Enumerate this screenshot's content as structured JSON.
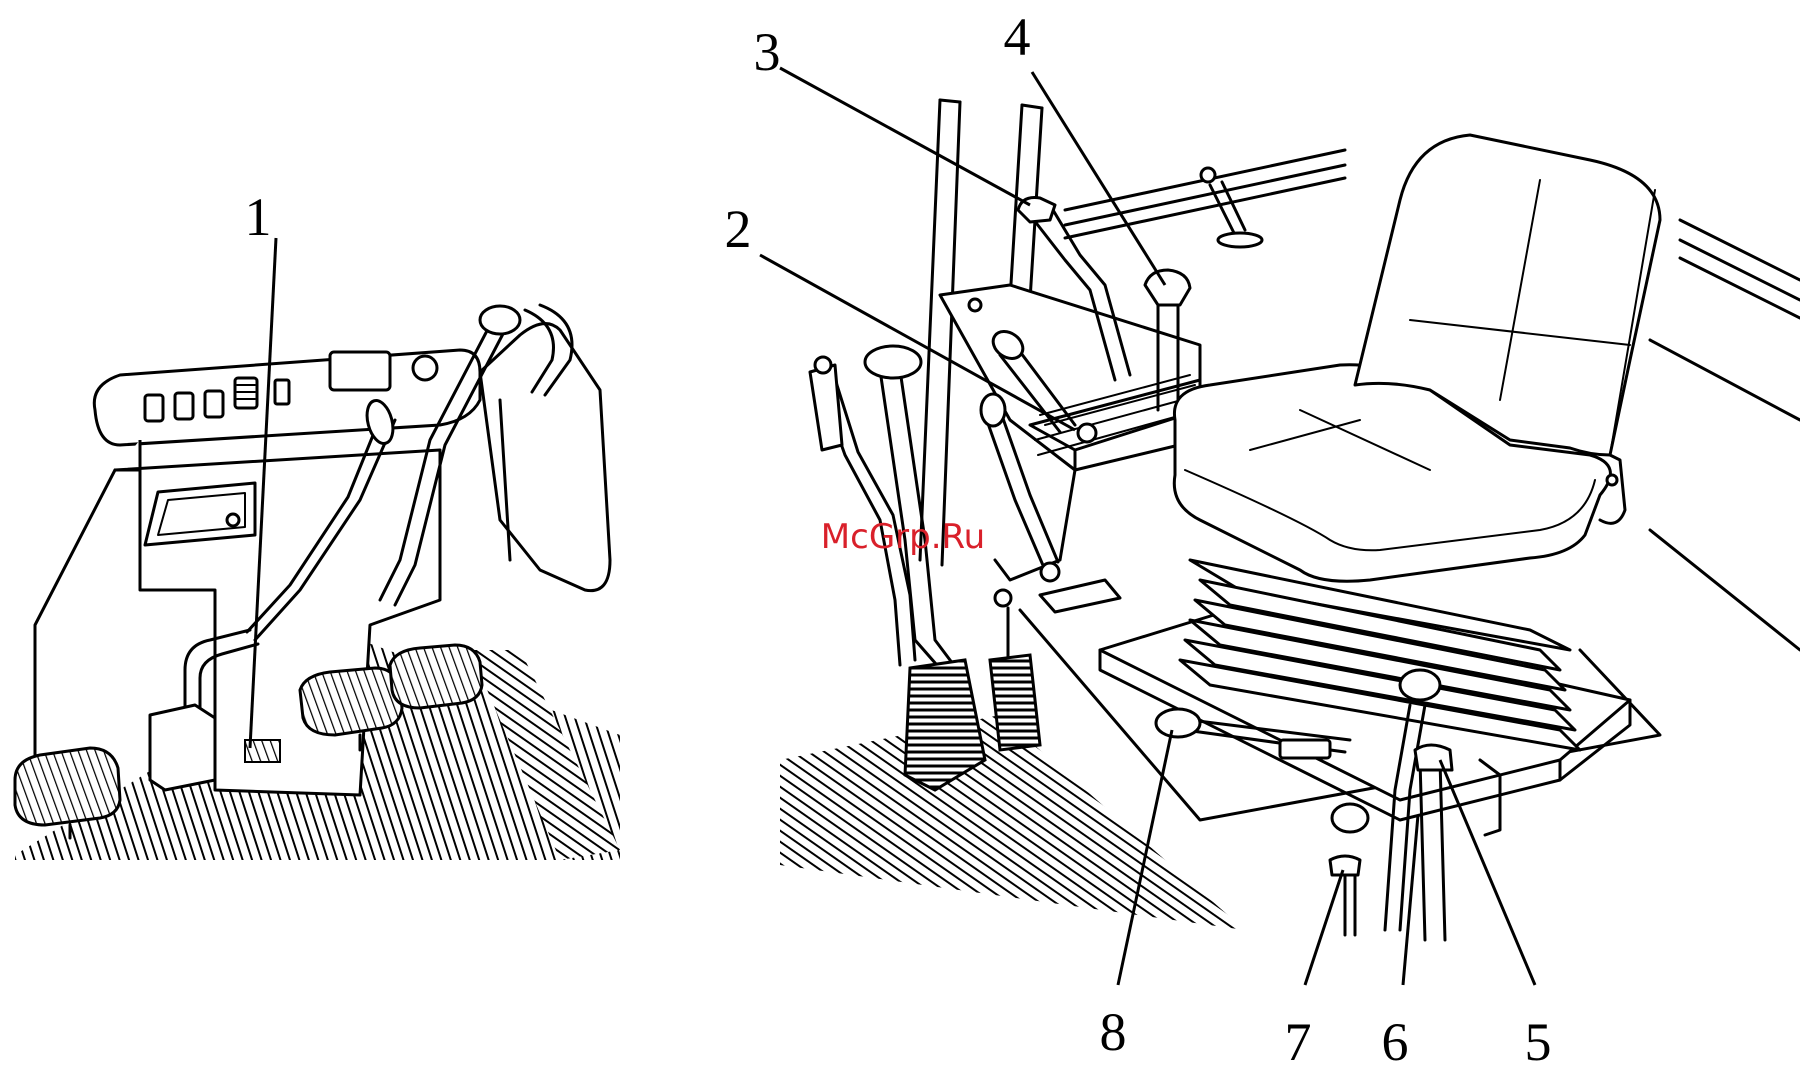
{
  "callouts": {
    "c1": "1",
    "c2": "2",
    "c3": "3",
    "c4": "4",
    "c5": "5",
    "c6": "6",
    "c7": "7",
    "c8": "8"
  },
  "watermark": "McGrp.Ru",
  "colors": {
    "ink": "#000000",
    "paper": "#ffffff",
    "watermark": "#d9202a"
  }
}
